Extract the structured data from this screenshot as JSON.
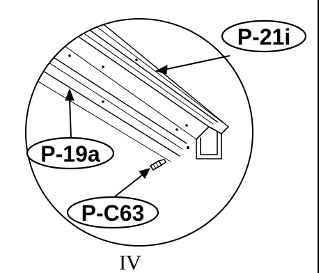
{
  "figure": {
    "callouts": [
      {
        "id": "p21i",
        "label": "P-21i"
      },
      {
        "id": "p19a",
        "label": "P-19a"
      },
      {
        "id": "pc63",
        "label": "P-C63"
      }
    ],
    "step_label": "IV"
  }
}
